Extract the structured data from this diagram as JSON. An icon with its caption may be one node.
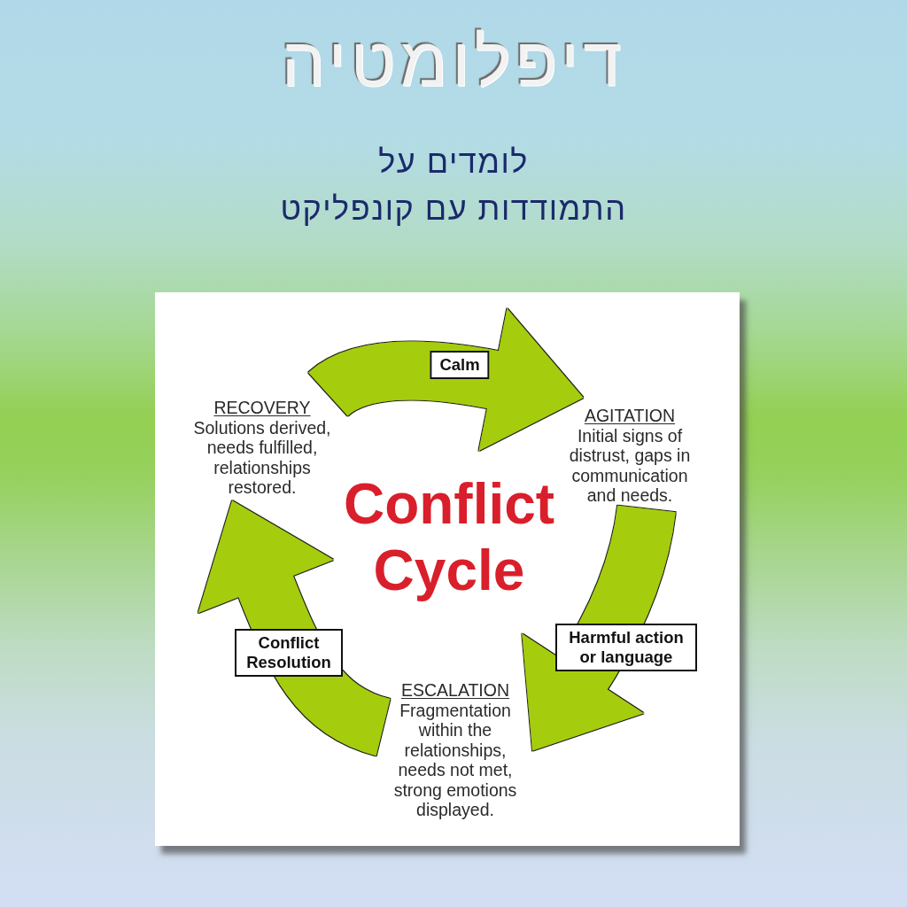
{
  "diagram": {
    "title": "דיפלומטיה",
    "nodes": [
      {
        "text": [
          "RECOVERY",
          "Solutions derived, needs fulfilled, relationships restored."
        ]
      },
      {
        "text": [
          "AGITATION",
          "Initial signs of distrust, gaps in communication and needs."
        ]
      },
      {
        "text": [
          "ESCALATION",
          "Fragmentation within the relationships, needs not met, strong emotions displayed."
        ]
      }
    ],
    "edges": [
      {
        "from": 0,
        "to": 1,
        "arrow": "to",
        "label": "Calm"
      },
      {
        "from": 1,
        "to": 2,
        "arrow": "to",
        "label": "Harmful action or language"
      },
      {
        "from": 2,
        "to": 0,
        "arrow": "to",
        "label": "Conflict Resolution"
      }
    ],
    "labels": [
      "לומדים על",
      "התמודדות עם קונפליקט",
      "Conflict Cycle"
    ]
  }
}
